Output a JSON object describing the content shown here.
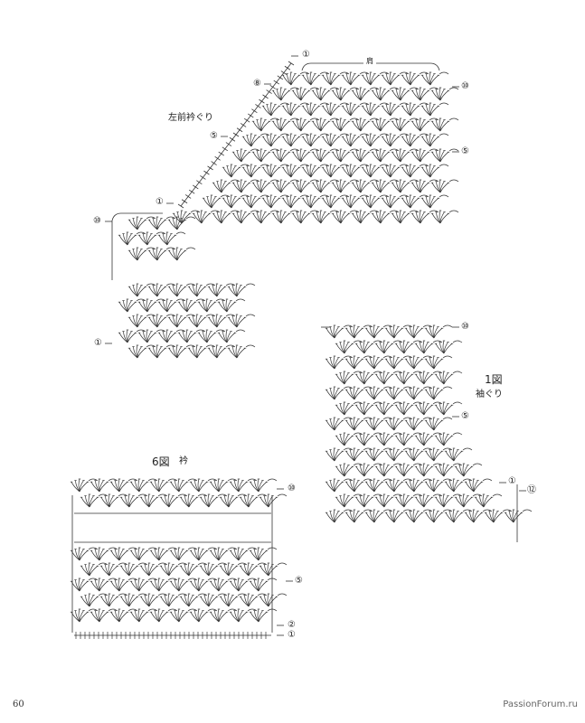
{
  "page": {
    "page_number": "60",
    "watermark": "PassionForum.ru"
  },
  "figure_top": {
    "neckline_label": "左前衿ぐり",
    "shoulder_label": "肩",
    "row_markers": [
      "①",
      "⑧",
      "⑤",
      "①",
      "⑩",
      "①"
    ],
    "right_markers": [
      "⑩",
      "⑤"
    ]
  },
  "figure_1": {
    "title": "1図",
    "subtitle": "袖ぐり",
    "right_markers": [
      "⑩",
      "⑤"
    ],
    "bottom_markers": [
      "①",
      "⑫"
    ]
  },
  "figure_6": {
    "title": "6図",
    "subtitle": "衿",
    "right_markers": [
      "⑩",
      "⑤",
      "②",
      "①"
    ]
  },
  "colors": {
    "ink": "#333333",
    "paper": "#ffffff"
  }
}
